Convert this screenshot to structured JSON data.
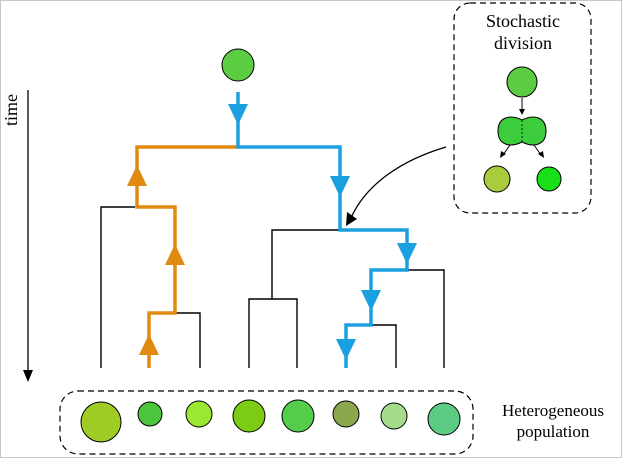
{
  "axis": {
    "time_label": "time"
  },
  "inset": {
    "title_line1": "Stochastic",
    "title_line2": "division"
  },
  "population": {
    "label_line1": "Heterogeneous",
    "label_line2": "population"
  },
  "colors": {
    "lineage_orange": "#e08a10",
    "lineage_blue": "#1a9fe0",
    "tree_black": "#000000",
    "root_cell": "#5ccc42",
    "dividing_cell": "#3ccc3c",
    "daughter_left": "#a8cc3c",
    "daughter_right": "#18e018"
  },
  "population_cells": [
    {
      "color": "#9fcc24"
    },
    {
      "color": "#4cc43c"
    },
    {
      "color": "#9ae832"
    },
    {
      "color": "#7ccc14"
    },
    {
      "color": "#54cc4c"
    },
    {
      "color": "#8ca84c"
    },
    {
      "color": "#a4dc8c"
    },
    {
      "color": "#5ccc84"
    }
  ]
}
